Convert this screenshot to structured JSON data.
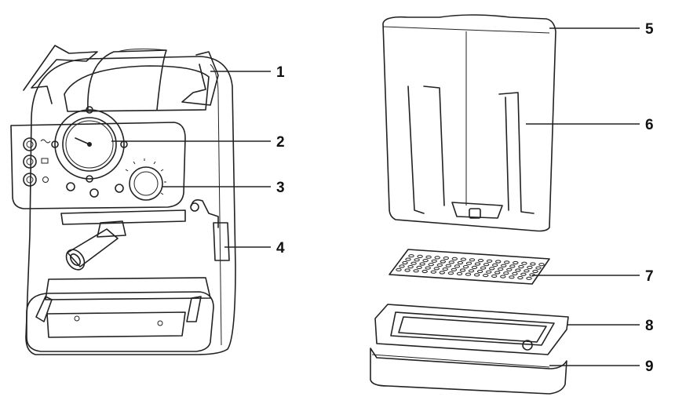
{
  "callouts": [
    {
      "id": "1",
      "label": "1"
    },
    {
      "id": "2",
      "label": "2"
    },
    {
      "id": "3",
      "label": "3"
    },
    {
      "id": "4",
      "label": "4"
    },
    {
      "id": "5",
      "label": "5"
    },
    {
      "id": "6",
      "label": "6"
    },
    {
      "id": "7",
      "label": "7"
    },
    {
      "id": "8",
      "label": "8"
    },
    {
      "id": "9",
      "label": "9"
    }
  ],
  "colors": {
    "ink": "#222222",
    "background": "#ffffff"
  }
}
